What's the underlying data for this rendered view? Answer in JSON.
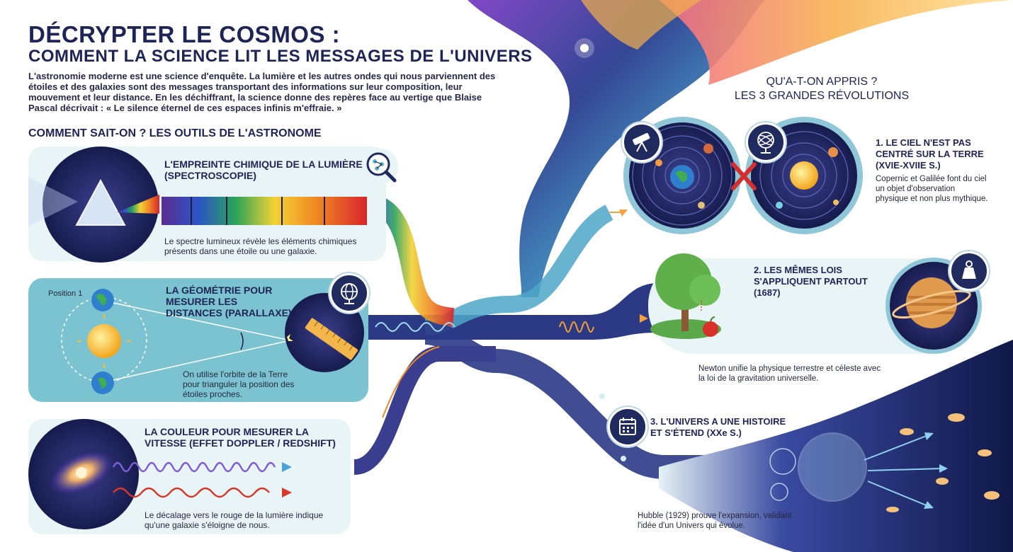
{
  "header": {
    "title": "DÉCRYPTER LE COSMOS :",
    "subtitle": "COMMENT LA SCIENCE LIT LES MESSAGES DE L'UNIVERS",
    "intro": "L'astronomie moderne est une science d'enquête. La lumière et les autres ondes qui nous parviennent des étoiles et des galaxies sont des messages transportant des informations sur leur composition, leur mouvement et leur distance. En les déchiffrant, la science donne des repères face au vertige que Blaise Pascal décrivait : « Le silence éternel de ces espaces infinis m'effraie. »"
  },
  "tools": {
    "section_title": "COMMENT SAIT-ON ? LES OUTILS DE L'ASTRONOME",
    "cards": [
      {
        "title": "L'empreinte chimique de la lumière (Spectroscopie)",
        "text": "Le spectre lumineux révèle les éléments chimiques présents dans une étoile ou une galaxie.",
        "icon": "magnifier-molecule-icon"
      },
      {
        "title": "La géométrie pour mesurer les distances (Parallaxe)",
        "text": "On utilise l'orbite de la Terre pour trianguler la position des étoiles proches.",
        "label": "Position 1",
        "icon": "globe-icon"
      },
      {
        "title": "La couleur pour mesurer la vitesse (Effet Doppler / Redshift)",
        "text": "Le décalage vers le rouge de la lumière indique qu'une galaxie s'éloigne de nous."
      }
    ]
  },
  "revolutions": {
    "section_title_1": "QU'A-T-ON APPRIS ?",
    "section_title_2": "LES 3 GRANDES RÉVOLUTIONS",
    "items": [
      {
        "title": "1. LE CIEL N'EST PAS CENTRÉ SUR LA TERRE (XVIE-XVIIE S.)",
        "text": "Copernic et Galilée font du ciel un objet d'observation physique et non plus mythique.",
        "icons": [
          "telescope-icon",
          "armillary-sphere-icon"
        ]
      },
      {
        "title": "2. LES MÊMES LOIS S'APPLIQUENT PARTOUT (1687)",
        "text": "Newton unifie la physique terrestre et céleste avec la loi de la gravitation universelle.",
        "icon": "weight-icon"
      },
      {
        "title": "3. L'UNIVERS A UNE HISTOIRE ET S'ÉTEND (XXe S.)",
        "text": "Hubble (1929) prouve l'expansion, validant l'idée d'un Univers qui évolue.",
        "icon": "calendar-icon"
      }
    ]
  },
  "colors": {
    "navy": "#1f2457",
    "card_bg": "#e9f4f7",
    "teal": "#5fb3c6",
    "flow": "#2c3a86"
  }
}
